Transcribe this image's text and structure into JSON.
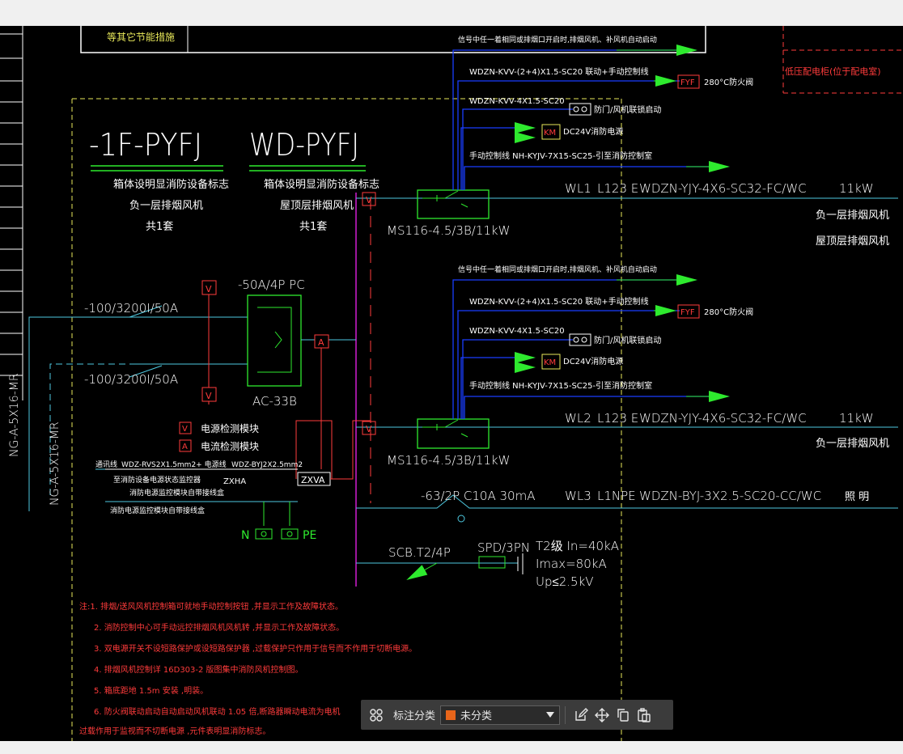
{
  "colors": {
    "background": "#000000",
    "cyan": "#4ec9e0",
    "green": "#2eea2e",
    "red": "#ff3b3b",
    "yellow": "#e8e85a",
    "magenta": "#d11ed1",
    "white": "#ffffff",
    "blue": "#1a3dff",
    "category_swatch": "#e8651a"
  },
  "diagram": {
    "top_note": "等其它节能措施",
    "low_voltage_panel": "低压配电柜(位于配电室)",
    "panel1": {
      "code": "-1F-PYFJ",
      "desc": "箱体设明显消防设备标志",
      "name": "负一层排烟风机",
      "qty": "共1套"
    },
    "panel2": {
      "code": "WD-PYFJ",
      "desc": "箱体设明显消防设备标志",
      "name": "屋顶层排烟风机",
      "qty": "共1套"
    },
    "top_annot": "信号中任一着相同或排烟口开启时,排烟风机、补风机自动启动",
    "annot_1": "WDZN-KVV-(2+4)X1.5-SC20  联动+手动控制线",
    "annot_2": "WDZN-KVV-4X1.5-SC20",
    "annot_3": "DC24V消防电源",
    "annot_4": "手动控制线 NH-KYJV-7X15-SC25-引至消防控制室",
    "fyf": "FYF",
    "fyf_text": "280°C防火阀",
    "km": "KM",
    "interlock": "防门/风机联锁启动",
    "breaker_1": "MS116-4.5/3B/11kW",
    "breaker_2": "MS116-4.5/3B/11kW",
    "circuit_1": {
      "id": "WL1",
      "phase": "L123 E",
      "cable": "WDZN-YJY-4X6-SC32-FC/WC",
      "power": "11kW",
      "load_1": "负一层排烟风机",
      "load_2": "屋顶层排烟风机"
    },
    "circuit_2": {
      "id": "WL2",
      "phase": "L123 E",
      "cable": "WDZN-YJY-4X6-SC32-FC/WC",
      "power": "11kW",
      "load_1": "负一层排烟风机"
    },
    "circuit_3": {
      "id": "WL3",
      "phase": "L1NPE",
      "cable": "WDZN-BYJ-3X2.5-SC20-CC/WC",
      "load": "照    明"
    },
    "rcd": "-63/2P C10A 30mA",
    "ats_rating": "-50A/4P PC",
    "ats_model": "AC-33B",
    "incoming_1": "-100/3200I/50A",
    "incoming_2": "-100/3200I/50A",
    "cable_vertical_1": "NG-A-5X16-MR",
    "cable_vertical_2": "NG-A-5X16-MR",
    "v_label": "V",
    "a_label": "A",
    "voltage_module": "电源检测模块",
    "current_module": "电流检测模块",
    "zxva": "ZXVA",
    "zxha": "ZXHA",
    "bus_a": "通讯线",
    "bus_b": "WDZ-RVS2X1.5mm2+ 电源线",
    "bus_c": "WDZ-BYJ2X2.5mm2",
    "bus_d": "至消防设备电源状态监控器",
    "bus_e": "消防电源监控模块自带接线盒",
    "bus_f": "消防电源监控模块自带接线盒",
    "ground_n": "N",
    "ground_pe": "PE",
    "scb": "SCB.T2/4P",
    "spd": "SPD/3PN",
    "spd_params": [
      "T2级 In=40kA",
      "Imax=80kA",
      "Up≤2.5kV"
    ],
    "notes": [
      "注:1. 排烟/送风风机控制箱可就地手动控制按钮                   ,并显示工作及故障状态。",
      "2. 消防控制中心可手动远控排烟风机风机转                       ,并显示工作及故障状态。",
      "3. 双电源开关不设短路保护或设短路保护器                       ,过载保护只作用于信号而不作用于切断电源。",
      "4. 排烟风机控制详        16D303-2  版图集中消防风机控制图。",
      "5. 箱底距地        1.5m  安装    ,明装。",
      "6. 防火阀联动启动自动启动风机联动                 1.05  倍,断路器瞬动电流为电机",
      "过载作用于监视而不切断电源                    ,元件表明显消防标志。"
    ]
  },
  "toolbar": {
    "label": "标注分类",
    "selected": "未分类",
    "icons": [
      "grid-icon",
      "edit-icon",
      "move-icon",
      "copy-icon",
      "paste-icon"
    ]
  }
}
